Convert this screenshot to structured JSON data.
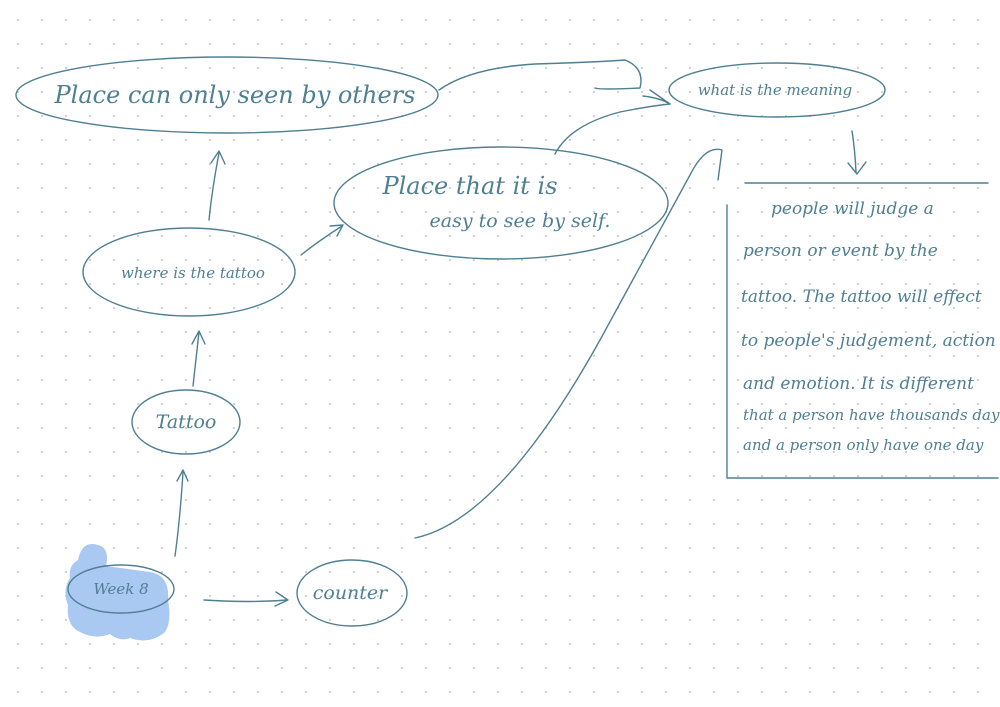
{
  "nodes": {
    "week": "Week 8",
    "tattoo": "Tattoo",
    "where": "where is the tattoo",
    "others": "Place can only seen by others",
    "self_line1": "Place that it is",
    "self_line2": "easy to see by self.",
    "counter": "counter",
    "meaning": "what is the meaning"
  },
  "note": {
    "lines": [
      "people will judge a",
      "person or event by the",
      "tattoo. The tattoo will effect",
      "to people's judgement, action",
      "and emotion. It is different",
      "that a person have thousands day",
      "and a person only have one day"
    ]
  },
  "colors": {
    "ink": "#4f7f92",
    "highlight": "#a9c8f2",
    "grid_dot": "#c9cfd4"
  }
}
